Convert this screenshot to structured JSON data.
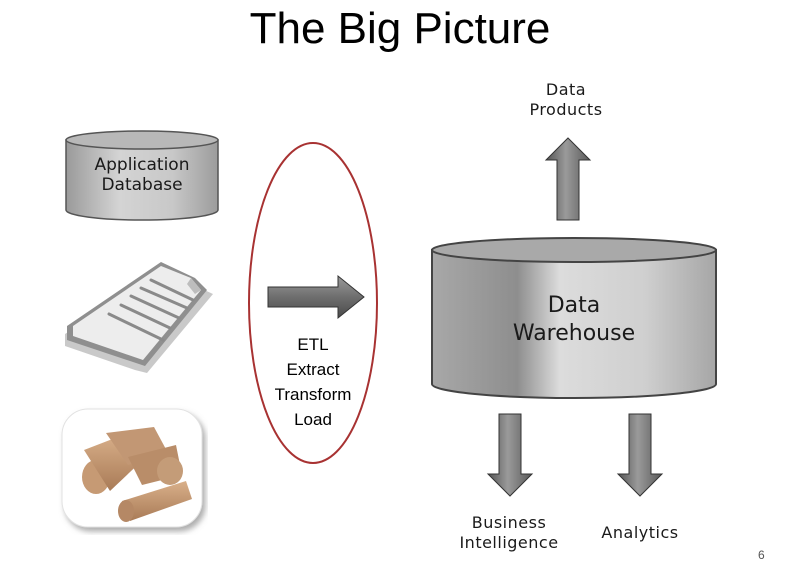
{
  "slide": {
    "title": "The Big Picture",
    "page_number": "6"
  },
  "sources": {
    "application_database": {
      "line1": "Application",
      "line2": "Database",
      "icon": "database-cylinder-icon"
    },
    "document": {
      "icon": "document-icon"
    },
    "logs": {
      "icon": "wood-logs-icon"
    }
  },
  "etl": {
    "lines": [
      "ETL",
      "Extract",
      "Transform",
      "Load"
    ],
    "outline_color": "#a83232"
  },
  "warehouse": {
    "line1": "Data",
    "line2": "Warehouse"
  },
  "outputs": {
    "data_products": {
      "line1": "Data",
      "line2": "Products"
    },
    "business_intelligence": {
      "line1": "Business",
      "line2": "Intelligence"
    },
    "analytics": {
      "line1": "Analytics"
    }
  }
}
